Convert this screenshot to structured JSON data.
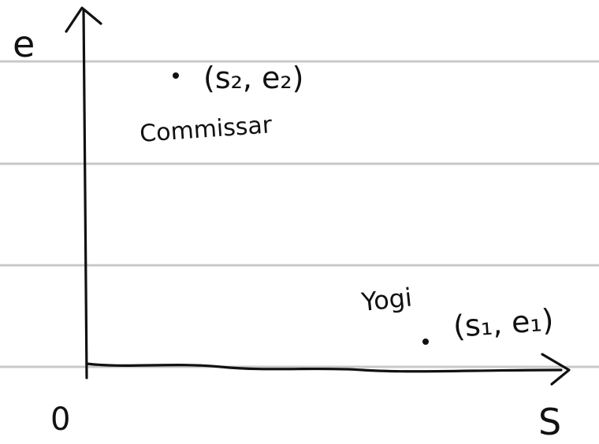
{
  "diagram": {
    "axes": {
      "y_label": "e",
      "x_label": "S",
      "origin_label": "0"
    },
    "points": [
      {
        "name": "Commissar",
        "coords_label": "(s₂, e₂)"
      },
      {
        "name": "Yogi",
        "coords_label": "(s₁, e₁)"
      }
    ],
    "colors": {
      "ink": "#111111",
      "ruled_lines": "#c8c8c8",
      "background": "#ffffff"
    }
  }
}
